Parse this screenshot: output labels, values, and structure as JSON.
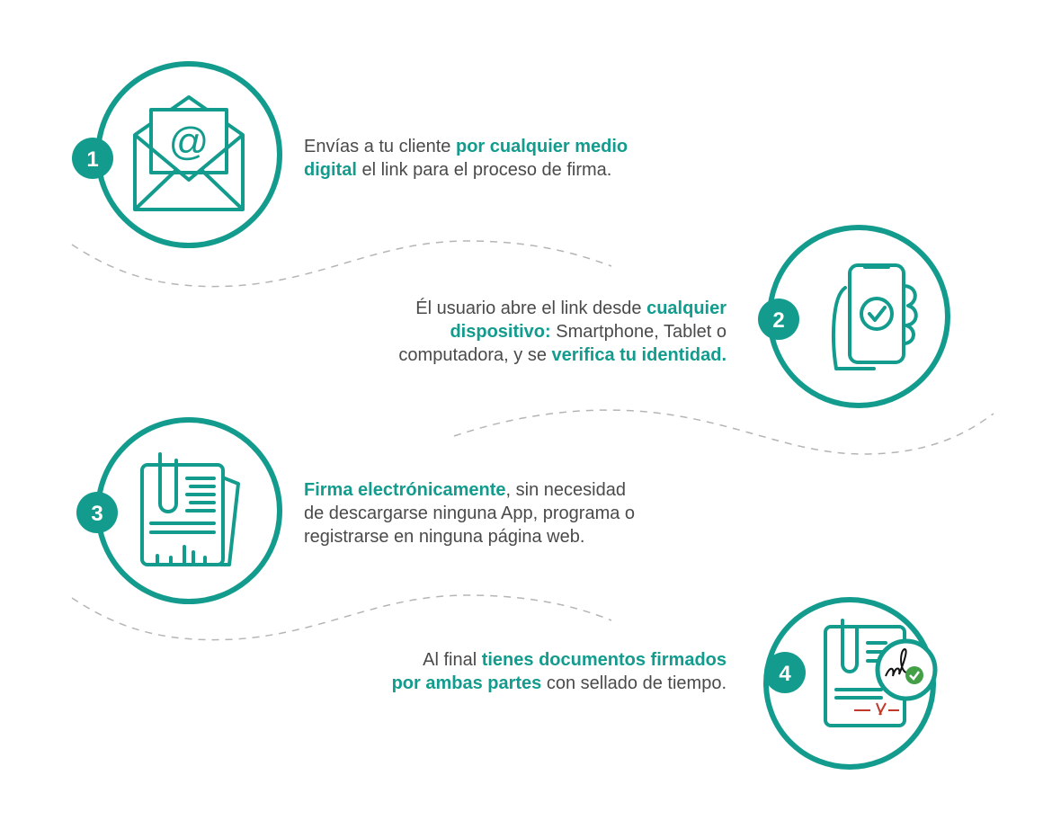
{
  "colors": {
    "accent": "#139c8e",
    "text": "#4a4a4a",
    "check": "#43a047"
  },
  "steps": [
    {
      "number": "1",
      "icon": "envelope-at-icon",
      "lines": [
        [
          {
            "t": "Envías a tu cliente "
          },
          {
            "t": "por cualquier medio",
            "b": true
          }
        ],
        [
          {
            "t": "digital",
            "b": true
          },
          {
            "t": " el link para el proceso de firma."
          }
        ]
      ]
    },
    {
      "number": "2",
      "icon": "smartphone-check-icon",
      "lines": [
        [
          {
            "t": "Él usuario abre el link desde "
          },
          {
            "t": "cualquier",
            "b": true
          }
        ],
        [
          {
            "t": "dispositivo:",
            "b": true
          },
          {
            "t": " Smartphone, Tablet o"
          }
        ],
        [
          {
            "t": "computadora, y se "
          },
          {
            "t": "verifica tu identidad.",
            "b": true
          }
        ]
      ]
    },
    {
      "number": "3",
      "icon": "document-clip-icon",
      "lines": [
        [
          {
            "t": "Firma electrónicamente",
            "b": true
          },
          {
            "t": ", sin necesidad"
          }
        ],
        [
          {
            "t": "de descargarse ninguna App, programa o"
          }
        ],
        [
          {
            "t": "registrarse en ninguna página web."
          }
        ]
      ]
    },
    {
      "number": "4",
      "icon": "signed-document-icon",
      "lines": [
        [
          {
            "t": "Al final "
          },
          {
            "t": "tienes documentos firmados",
            "b": true
          }
        ],
        [
          {
            "t": "por ambas partes",
            "b": true
          },
          {
            "t": " con sellado de tiempo."
          }
        ]
      ]
    }
  ]
}
